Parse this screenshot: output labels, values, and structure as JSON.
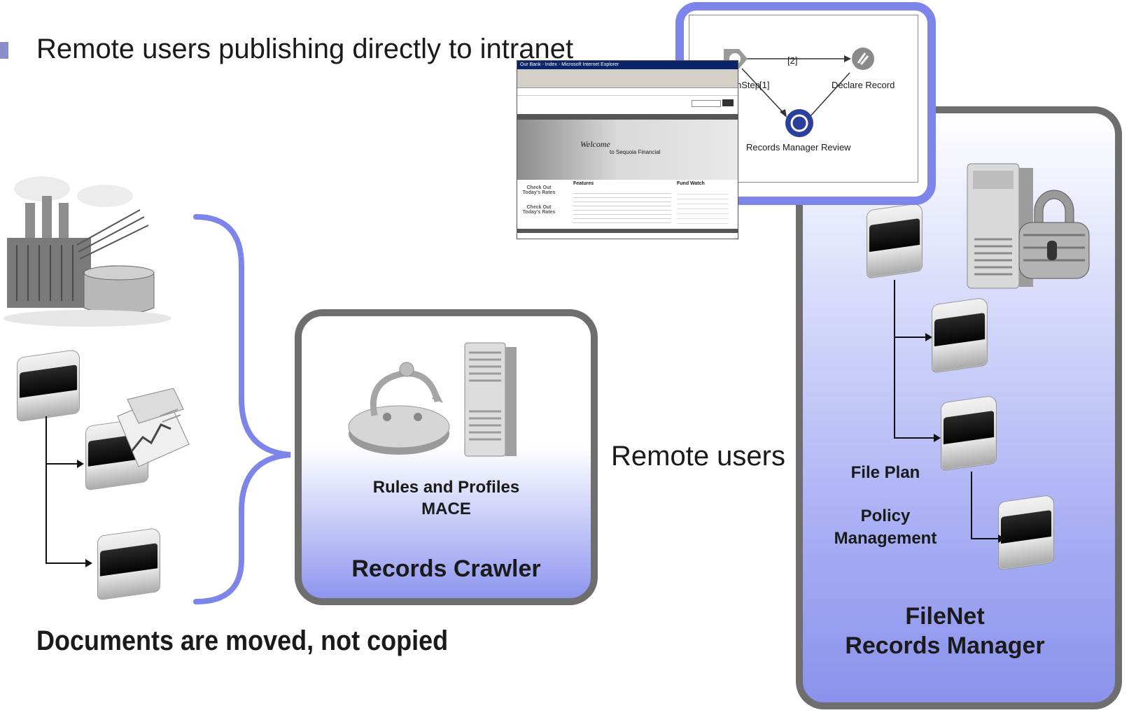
{
  "heading": "Remote users publishing directly to intranet",
  "workflow": {
    "edge_label_top": "[2]",
    "edge_label_left": "[1]",
    "step_fragment": "hStep",
    "declare_label": "Declare Record",
    "review_label": "Records Manager Review"
  },
  "browser": {
    "title": "Our Bank - Index - Microsoft Internet Explorer",
    "welcome": "Welcome",
    "welcome_sub": "to Sequoia Financial",
    "features_title": "Features",
    "fund_title": "Fund Watch",
    "checkout1": "Check Out Today's Rates",
    "checkout2": "Check Out Today's Rates"
  },
  "crawler": {
    "line1": "Rules and Profiles",
    "line2": "MACE",
    "title": "Records Crawler"
  },
  "remote_users": "Remote users",
  "records_manager": {
    "file_plan": "File Plan",
    "policy_line1": "Policy",
    "policy_line2": "Management",
    "title_line1": "FileNet",
    "title_line2": "Records Manager"
  },
  "caption": "Documents are moved, not copied",
  "colors": {
    "accent": "#7d84ea",
    "box_border": "#6e6e6e",
    "gradient_end": "#8e96ef",
    "bullet": "#8a8fc8"
  }
}
